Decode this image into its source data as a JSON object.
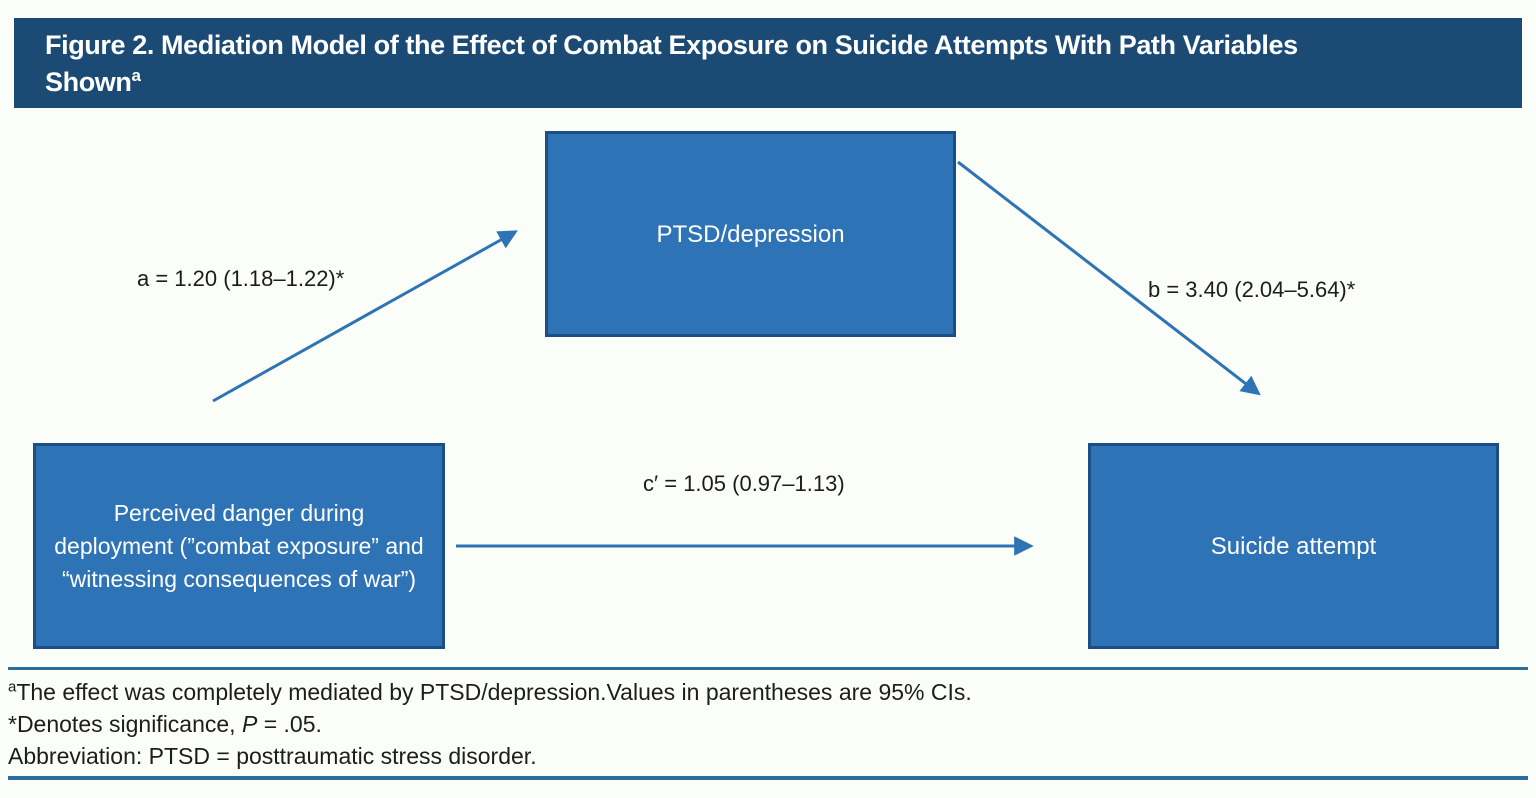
{
  "header": {
    "title_line1": "Figure 2. Mediation Model of the Effect of Combat Exposure on Suicide Attempts With Path Variables",
    "title_line2": "Shown",
    "title_superscript": "a"
  },
  "diagram": {
    "boxes": {
      "mediator": "PTSD/depression",
      "predictor": "Perceived danger during deployment (”combat exposure” and “witnessing consequences of war”)",
      "outcome": "Suicide attempt"
    },
    "paths": {
      "a_label": "a = 1.20 (1.18–1.22)*",
      "b_label": "b = 3.40 (2.04–5.64)*",
      "c_prime_label": "c′ = 1.05 (0.97–1.13)"
    }
  },
  "footnotes": {
    "note_a_superscript": "a",
    "note_a_text": "The effect was completely mediated by PTSD/depression.Values in parentheses are 95% CIs.",
    "significance_prefix": "*Denotes significance, ",
    "significance_p": "P",
    "significance_suffix": " = .05.",
    "abbreviation": "Abbreviation: PTSD = posttraumatic stress disorder."
  },
  "colors": {
    "header_background": "#1b4a75",
    "box_fill": "#2e73b6",
    "box_border": "#1a4e84",
    "arrow": "#2e74b5",
    "rule": "#2c6d9c",
    "text_dark": "#1d1d1b",
    "text_white": "#ffffff"
  }
}
